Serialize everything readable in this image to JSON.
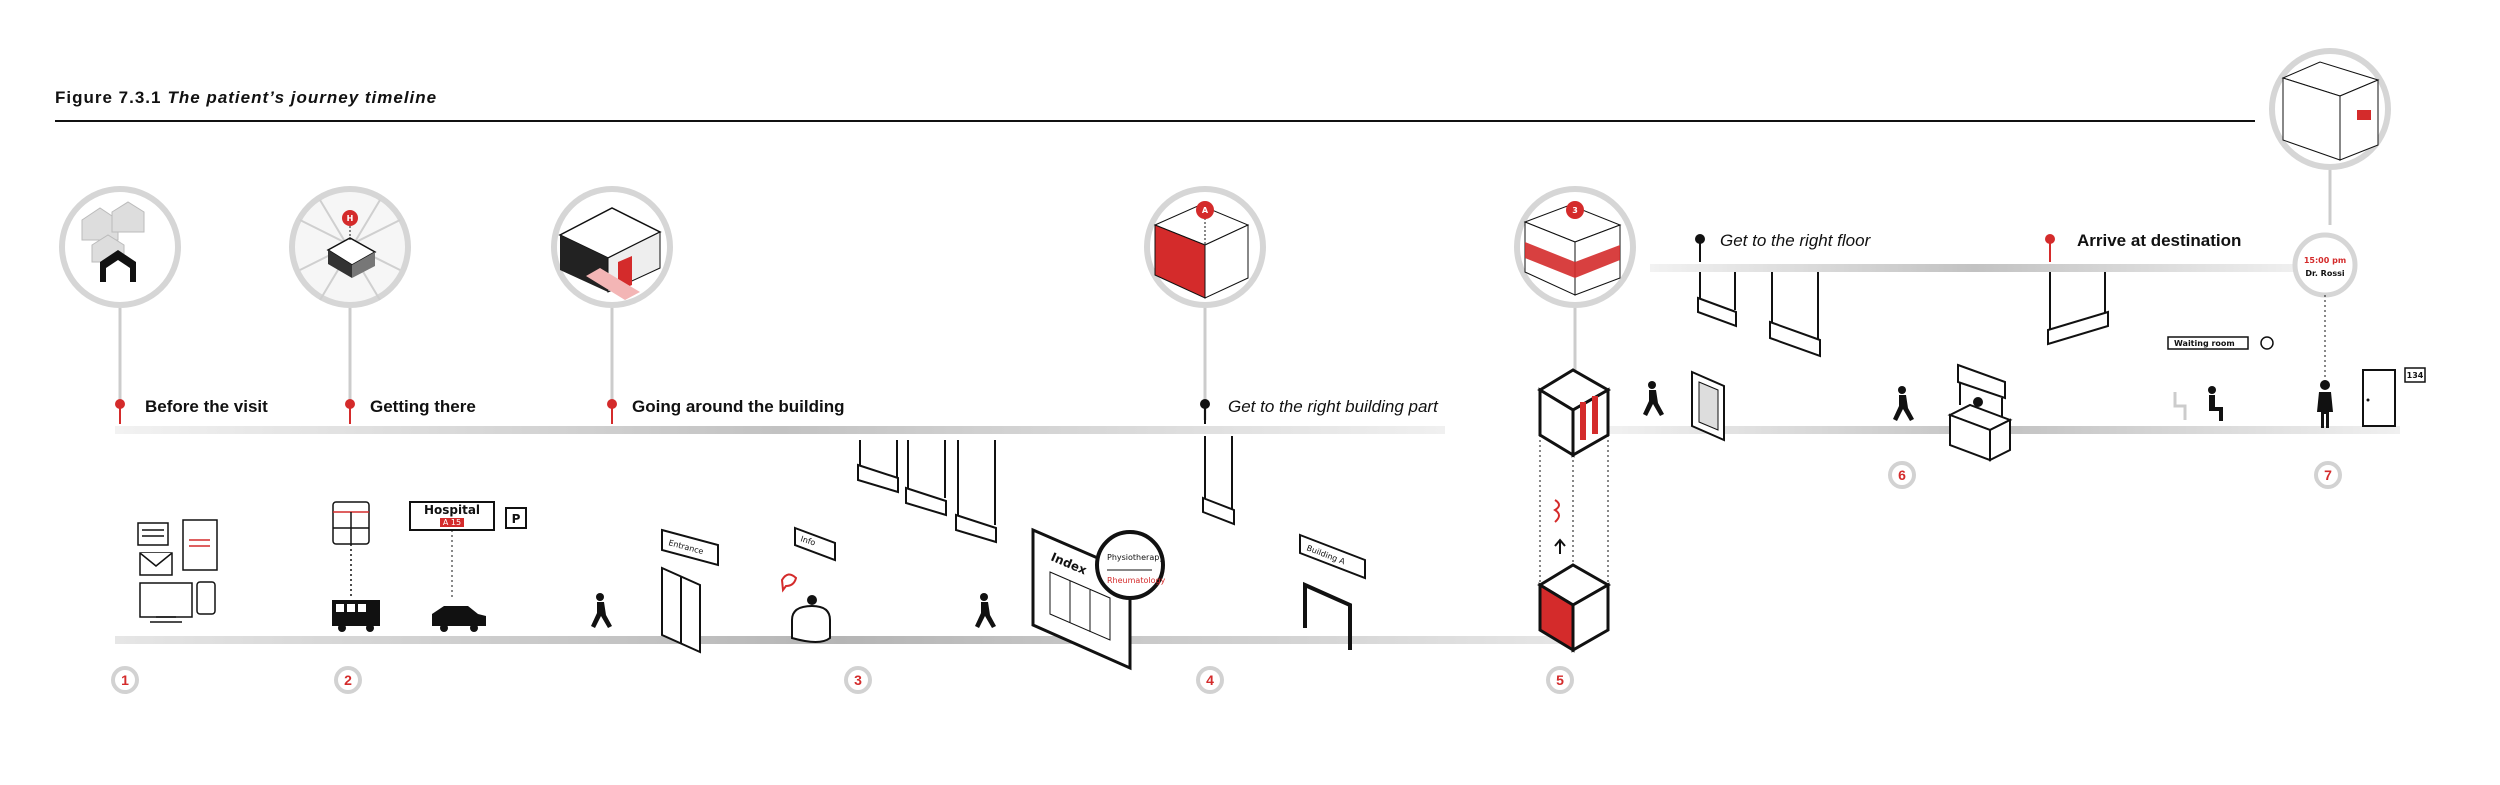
{
  "figure": {
    "number": "Figure 7.3.1",
    "caption": "The patient’s journey timeline"
  },
  "stages": [
    {
      "label": "Before the visit"
    },
    {
      "label": "Getting there"
    },
    {
      "label": "Going around the building"
    },
    {
      "label": "Get to the right building part"
    },
    {
      "label": "Get to the right floor"
    },
    {
      "label": "Arrive at destination"
    }
  ],
  "steps": [
    "1",
    "2",
    "3",
    "4",
    "5",
    "6",
    "7"
  ],
  "signs": {
    "hospital": "Hospital",
    "parking": "P",
    "hospital_sub": "A 15",
    "entrance": "Entrance",
    "info": "Info",
    "index": "Index",
    "building_a": "Building A",
    "marker_a": "A",
    "marker_h": "H",
    "floor_3": "3",
    "physio": "Physiotherapy",
    "rheuma": "Rheumatology",
    "waiting_room": "Waiting room",
    "room_number": "134",
    "appointment_time": "15:00 pm",
    "doctor": "Dr. Rossi"
  },
  "colors": {
    "accent": "#d42b2b",
    "line": "#bdbdbd",
    "ink": "#111111"
  }
}
